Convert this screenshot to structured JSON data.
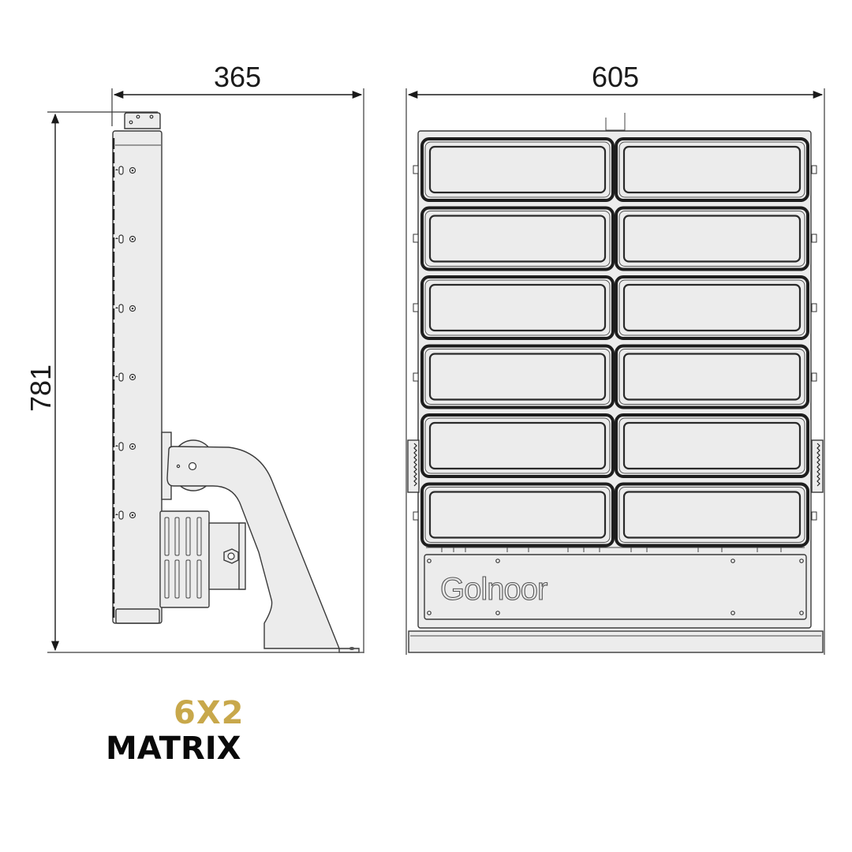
{
  "drawing": {
    "dimensions": {
      "side_width": "365",
      "front_width": "605",
      "height": "781"
    },
    "views": {
      "side": {
        "label": "side-view"
      },
      "front": {
        "label": "front-view",
        "grid_rows": 6,
        "grid_cols": 2
      }
    },
    "logo": {
      "text": "Golnoor"
    }
  },
  "product": {
    "config_label": "6X2",
    "series_label": "MATRIX"
  },
  "colors": {
    "accent_gold": "#c8a84b",
    "text_black": "#0a0a0a",
    "line": "#3a3a3a",
    "fill": "#ececec"
  }
}
